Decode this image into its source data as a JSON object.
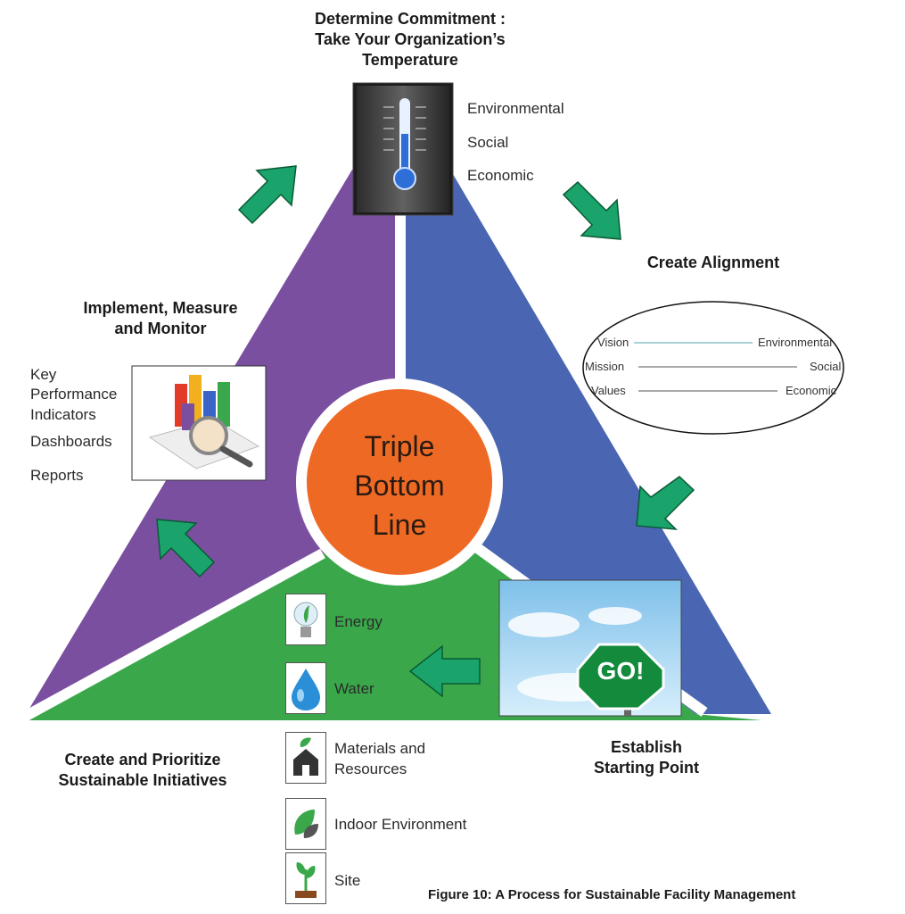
{
  "top": {
    "heading": [
      "Determine Commitment :",
      "Take Your Organization’s",
      "Temperature"
    ],
    "items": [
      "Environmental",
      "Social",
      "Economic"
    ]
  },
  "alignment": {
    "heading": "Create Alignment",
    "left": [
      "Vision",
      "Mission",
      "Values"
    ],
    "right": [
      "Environmental",
      "Social",
      "Economic"
    ]
  },
  "center": {
    "lines": [
      "Triple",
      "Bottom",
      "Line"
    ]
  },
  "implement": {
    "heading": [
      "Implement, Measure",
      "and Monitor"
    ],
    "items": [
      "Key",
      "Performance",
      "Indicators",
      "Dashboards",
      "Reports"
    ]
  },
  "start": {
    "heading": [
      "Establish",
      "Starting Point"
    ],
    "sign": "GO!"
  },
  "prioritize": {
    "heading": [
      "Create and Prioritize",
      "Sustainable Initiatives"
    ],
    "items": [
      "Energy",
      "Water",
      "Materials and",
      "Resources",
      "Indoor Environment",
      "Site"
    ]
  },
  "caption": "Figure 10: A Process for Sustainable Facility Management",
  "colors": {
    "purple": "#7a4fa0",
    "blue": "#4a66b2",
    "green": "#3aa84a",
    "orange": "#ee6a24",
    "arrow": "#1aa36b"
  }
}
